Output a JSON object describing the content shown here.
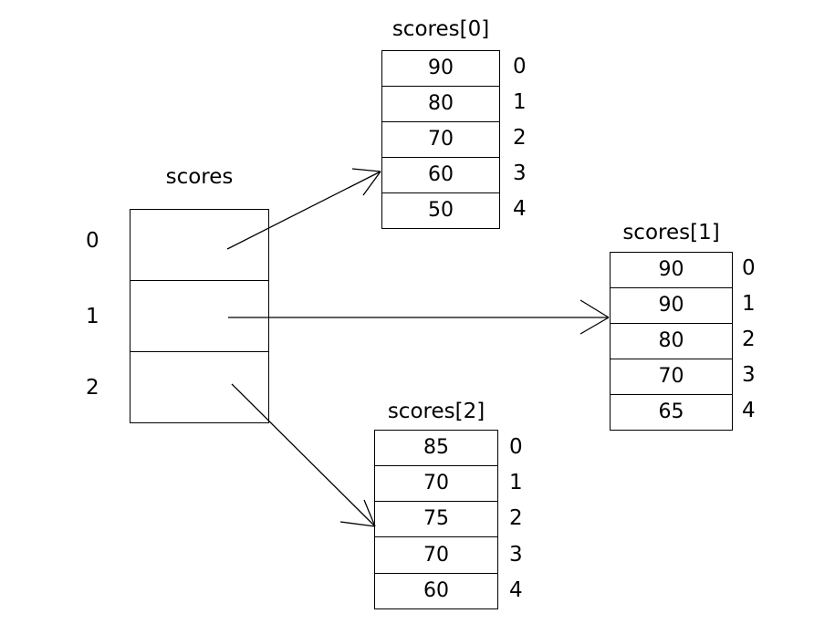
{
  "diagram": {
    "title_text": "scores",
    "description": "Array of arrays (jagged array) diagram: a 3-element pointer array named scores, each element referencing a 5-element integer array",
    "stroke_color": "#000000",
    "background_color": "#ffffff"
  },
  "outer_array": {
    "label": "scores",
    "indices": [
      "0",
      "1",
      "2"
    ],
    "cells": [
      "",
      "",
      ""
    ]
  },
  "inner_arrays": [
    {
      "label": "scores[0]",
      "indices": [
        "0",
        "1",
        "2",
        "3",
        "4"
      ],
      "values": [
        "90",
        "80",
        "70",
        "60",
        "50"
      ]
    },
    {
      "label": "scores[1]",
      "indices": [
        "0",
        "1",
        "2",
        "3",
        "4"
      ],
      "values": [
        "90",
        "90",
        "80",
        "70",
        "65"
      ]
    },
    {
      "label": "scores[2]",
      "indices": [
        "0",
        "1",
        "2",
        "3",
        "4"
      ],
      "values": [
        "85",
        "70",
        "75",
        "70",
        "60"
      ]
    }
  ],
  "arrows": [
    {
      "name": "arrow-scores-0",
      "from_index": "0",
      "to_array": "scores[0]"
    },
    {
      "name": "arrow-scores-1",
      "from_index": "1",
      "to_array": "scores[1]"
    },
    {
      "name": "arrow-scores-2",
      "from_index": "2",
      "to_array": "scores[2]"
    }
  ]
}
